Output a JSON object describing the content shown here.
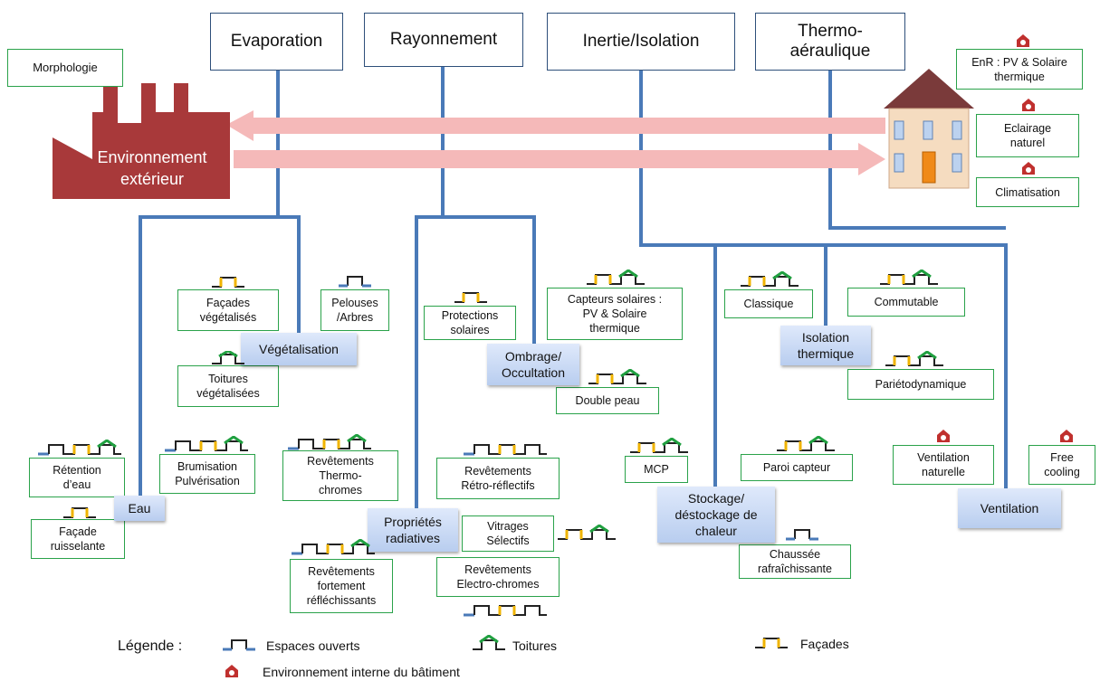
{
  "categories": {
    "evaporation": "Evaporation",
    "rayonnement": "Rayonnement",
    "inertie": "Inertie/Isolation",
    "thermo": "Thermo-\naéraulique"
  },
  "morphologie": "Morphologie",
  "environnement_exterieur": "Environnement\nextérieur",
  "right_boxes": {
    "enr": "EnR : PV & Solaire\nthermique",
    "eclairage": "Eclairage\nnaturel",
    "climatisation": "Climatisation"
  },
  "hubs": {
    "vegetalisation": "Végétalisation",
    "eau": "Eau",
    "proprietes": "Propriétés\nradiatives",
    "ombrage": "Ombrage/\nOccultation",
    "isolation": "Isolation\nthermique",
    "stockage": "Stockage/\ndéstockage de\nchaleur",
    "ventilation": "Ventilation"
  },
  "boxes": {
    "facades_veg": "Façades\nvégétalisés",
    "pelouses": "Pelouses\n/Arbres",
    "toitures_veg": "Toitures\nvégétalisées",
    "retention": "Rétention\nd’eau",
    "brumisation": "Brumisation\nPulvérisation",
    "thermochromes": "Revêtements\nThermo-\nchromes",
    "facade_ruisselante": "Façade\nruisselante",
    "protections": "Protections\nsolaires",
    "capteurs": "Capteurs solaires :\nPV & Solaire\nthermique",
    "double_peau": "Double peau",
    "retro": "Revêtements\nRétro-réflectifs",
    "vitrages": "Vitrages\nSélectifs",
    "electro": "Revêtements\nElectro-chromes",
    "fortement": "Revêtements\nfortement\nréfléchissants",
    "classique": "Classique",
    "commutable": "Commutable",
    "parietodynamique": "Pariétodynamique",
    "mcp": "MCP",
    "paroi_capteur": "Paroi capteur",
    "chaussee": "Chaussée\nrafraîchissante",
    "ventilation_naturelle": "Ventilation\nnaturelle",
    "free_cooling": "Free\ncooling"
  },
  "legend": {
    "title": "Légende :",
    "espaces": "Espaces ouverts",
    "toitures": "Toitures",
    "facades": "Façades",
    "interne": "Environnement interne du bâtiment"
  },
  "colors": {
    "line_blue": "#4a7ab8",
    "green_border": "#2aa24a",
    "factory_red": "#a8393a",
    "arrow_pink": "#f5b9b9",
    "symbol_black": "#222222",
    "symbol_blue": "#4a7ab8",
    "symbol_yellow": "#f0b400",
    "symbol_green": "#20a040"
  }
}
